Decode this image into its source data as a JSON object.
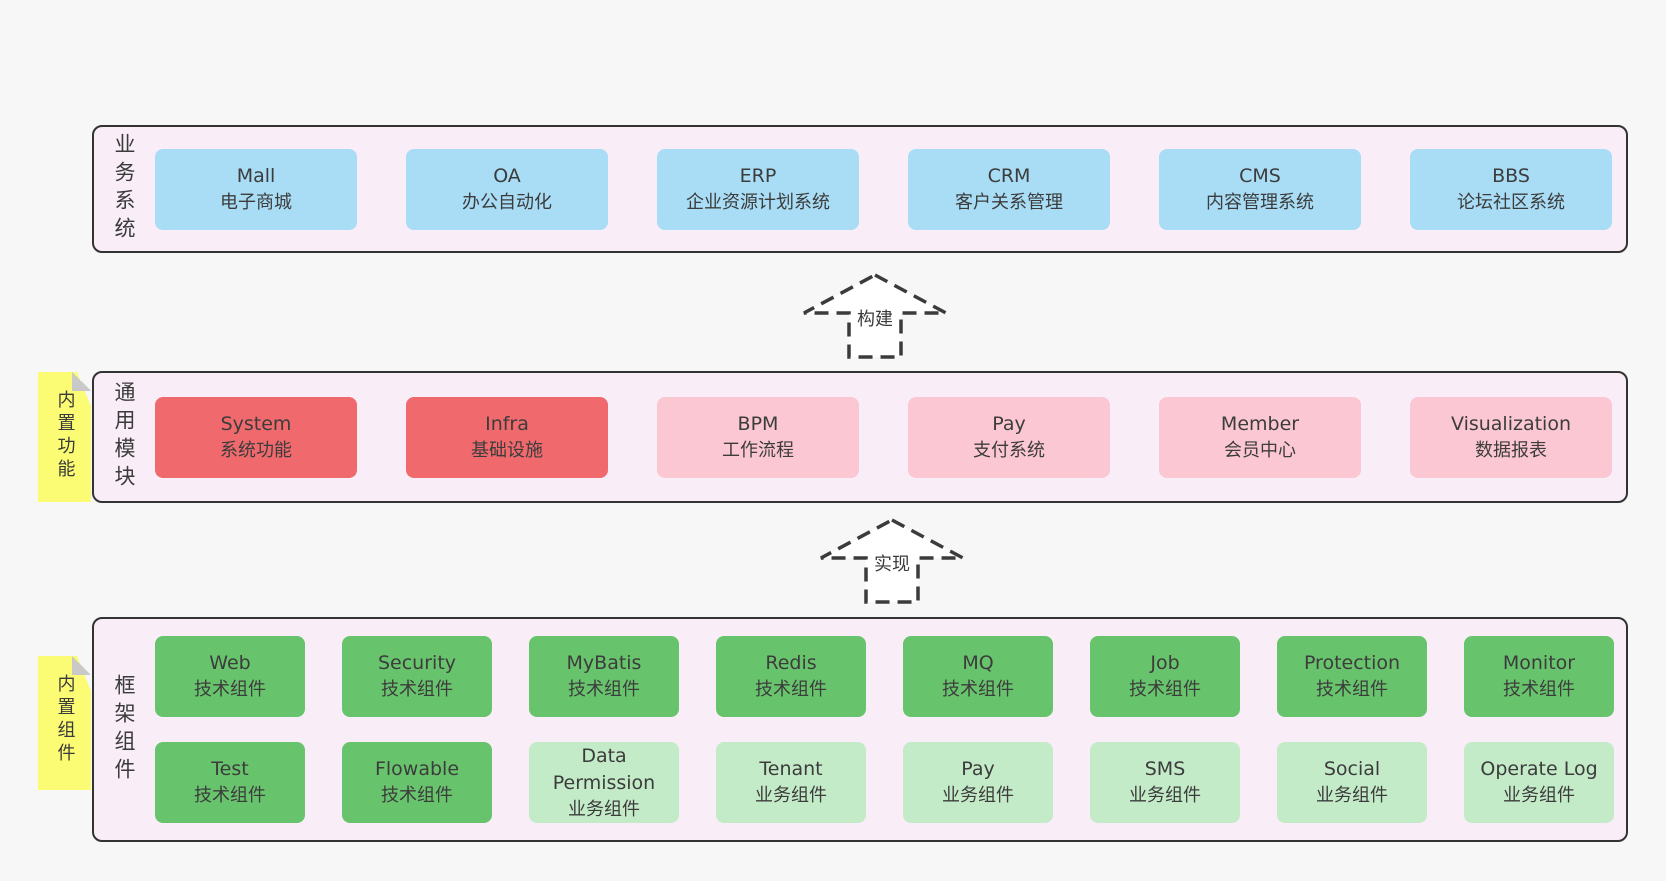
{
  "palette": {
    "page_bg": "#f7f7f7",
    "panel_bg": "#f9eef8",
    "panel_border": "#333333",
    "blue": "#a9dcf5",
    "red": "#f0696d",
    "pink": "#fbc7d2",
    "green": "#68c46c",
    "green_light": "#c4ebc8",
    "sticky_yellow": "#fbfb74",
    "sticky_fold": "#c9c9c9",
    "text": "#3c3c3c"
  },
  "sections": [
    {
      "id": "business-systems",
      "label": "业务系统",
      "boxes": [
        {
          "name": "Mall",
          "subtitle": "电子商城"
        },
        {
          "name": "OA",
          "subtitle": "办公自动化"
        },
        {
          "name": "ERP",
          "subtitle": "企业资源计划系统"
        },
        {
          "name": "CRM",
          "subtitle": "客户关系管理"
        },
        {
          "name": "CMS",
          "subtitle": "内容管理系统"
        },
        {
          "name": "BBS",
          "subtitle": "论坛社区系统"
        }
      ]
    },
    {
      "id": "common-modules",
      "label": "通用模块",
      "sticky": "内置功能",
      "boxes": [
        {
          "name": "System",
          "subtitle": "系统功能"
        },
        {
          "name": "Infra",
          "subtitle": "基础设施"
        },
        {
          "name": "BPM",
          "subtitle": "工作流程"
        },
        {
          "name": "Pay",
          "subtitle": "支付系统"
        },
        {
          "name": "Member",
          "subtitle": "会员中心"
        },
        {
          "name": "Visualization",
          "subtitle": "数据报表"
        }
      ]
    },
    {
      "id": "framework-components",
      "label": "框架组件",
      "sticky": "内置组件",
      "rows": [
        [
          {
            "name": "Web",
            "subtitle": "技术组件"
          },
          {
            "name": "Security",
            "subtitle": "技术组件"
          },
          {
            "name": "MyBatis",
            "subtitle": "技术组件"
          },
          {
            "name": "Redis",
            "subtitle": "技术组件"
          },
          {
            "name": "MQ",
            "subtitle": "技术组件"
          },
          {
            "name": "Job",
            "subtitle": "技术组件"
          },
          {
            "name": "Protection",
            "subtitle": "技术组件"
          },
          {
            "name": "Monitor",
            "subtitle": "技术组件"
          }
        ],
        [
          {
            "name": "Test",
            "subtitle": "技术组件"
          },
          {
            "name": "Flowable",
            "subtitle": "技术组件"
          },
          {
            "name": "Data Permission",
            "subtitle": "业务组件"
          },
          {
            "name": "Tenant",
            "subtitle": "业务组件"
          },
          {
            "name": "Pay",
            "subtitle": "业务组件"
          },
          {
            "name": "SMS",
            "subtitle": "业务组件"
          },
          {
            "name": "Social",
            "subtitle": "业务组件"
          },
          {
            "name": "Operate Log",
            "subtitle": "业务组件"
          }
        ]
      ]
    }
  ],
  "arrows": [
    {
      "label": "构建"
    },
    {
      "label": "实现"
    }
  ]
}
